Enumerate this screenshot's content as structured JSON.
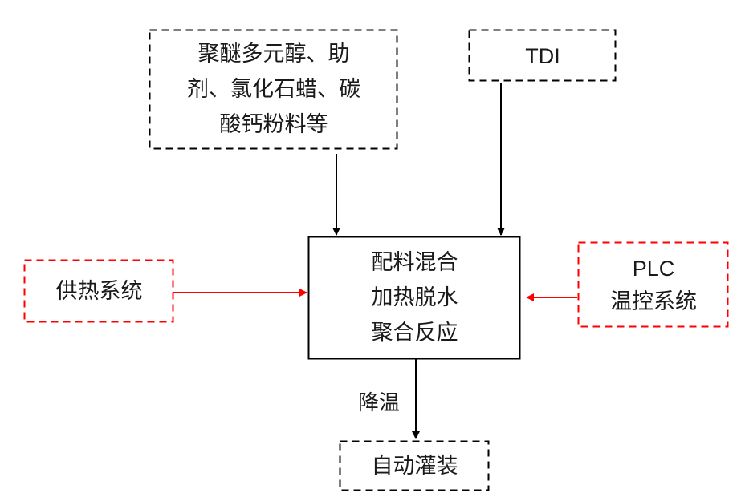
{
  "diagram": {
    "nodes": {
      "raw_materials": {
        "lines": [
          "聚醚多元醇、助",
          "剂、氯化石蜡、碳",
          "酸钙粉料等"
        ],
        "style": "dashed",
        "color": "#000000"
      },
      "tdi": {
        "lines": [
          "TDI"
        ],
        "style": "dashed",
        "color": "#000000"
      },
      "process": {
        "lines": [
          "配料混合",
          "加热脱水",
          "聚合反应"
        ],
        "style": "solid",
        "color": "#000000"
      },
      "heating_system": {
        "lines": [
          "供热系统"
        ],
        "style": "dashed",
        "color": "#ff0000"
      },
      "plc_system": {
        "lines": [
          "PLC",
          "温控系统"
        ],
        "style": "dashed",
        "color": "#ff0000"
      },
      "filling": {
        "lines": [
          "自动灌装"
        ],
        "style": "dashed",
        "color": "#000000"
      }
    },
    "edges": [
      {
        "from": "raw_materials",
        "to": "process",
        "color": "#000000",
        "label": ""
      },
      {
        "from": "tdi",
        "to": "process",
        "color": "#000000",
        "label": ""
      },
      {
        "from": "heating_system",
        "to": "process",
        "color": "#ff0000",
        "label": ""
      },
      {
        "from": "plc_system",
        "to": "process",
        "color": "#ff0000",
        "label": ""
      },
      {
        "from": "process",
        "to": "filling",
        "color": "#000000",
        "label": "降温"
      }
    ]
  }
}
